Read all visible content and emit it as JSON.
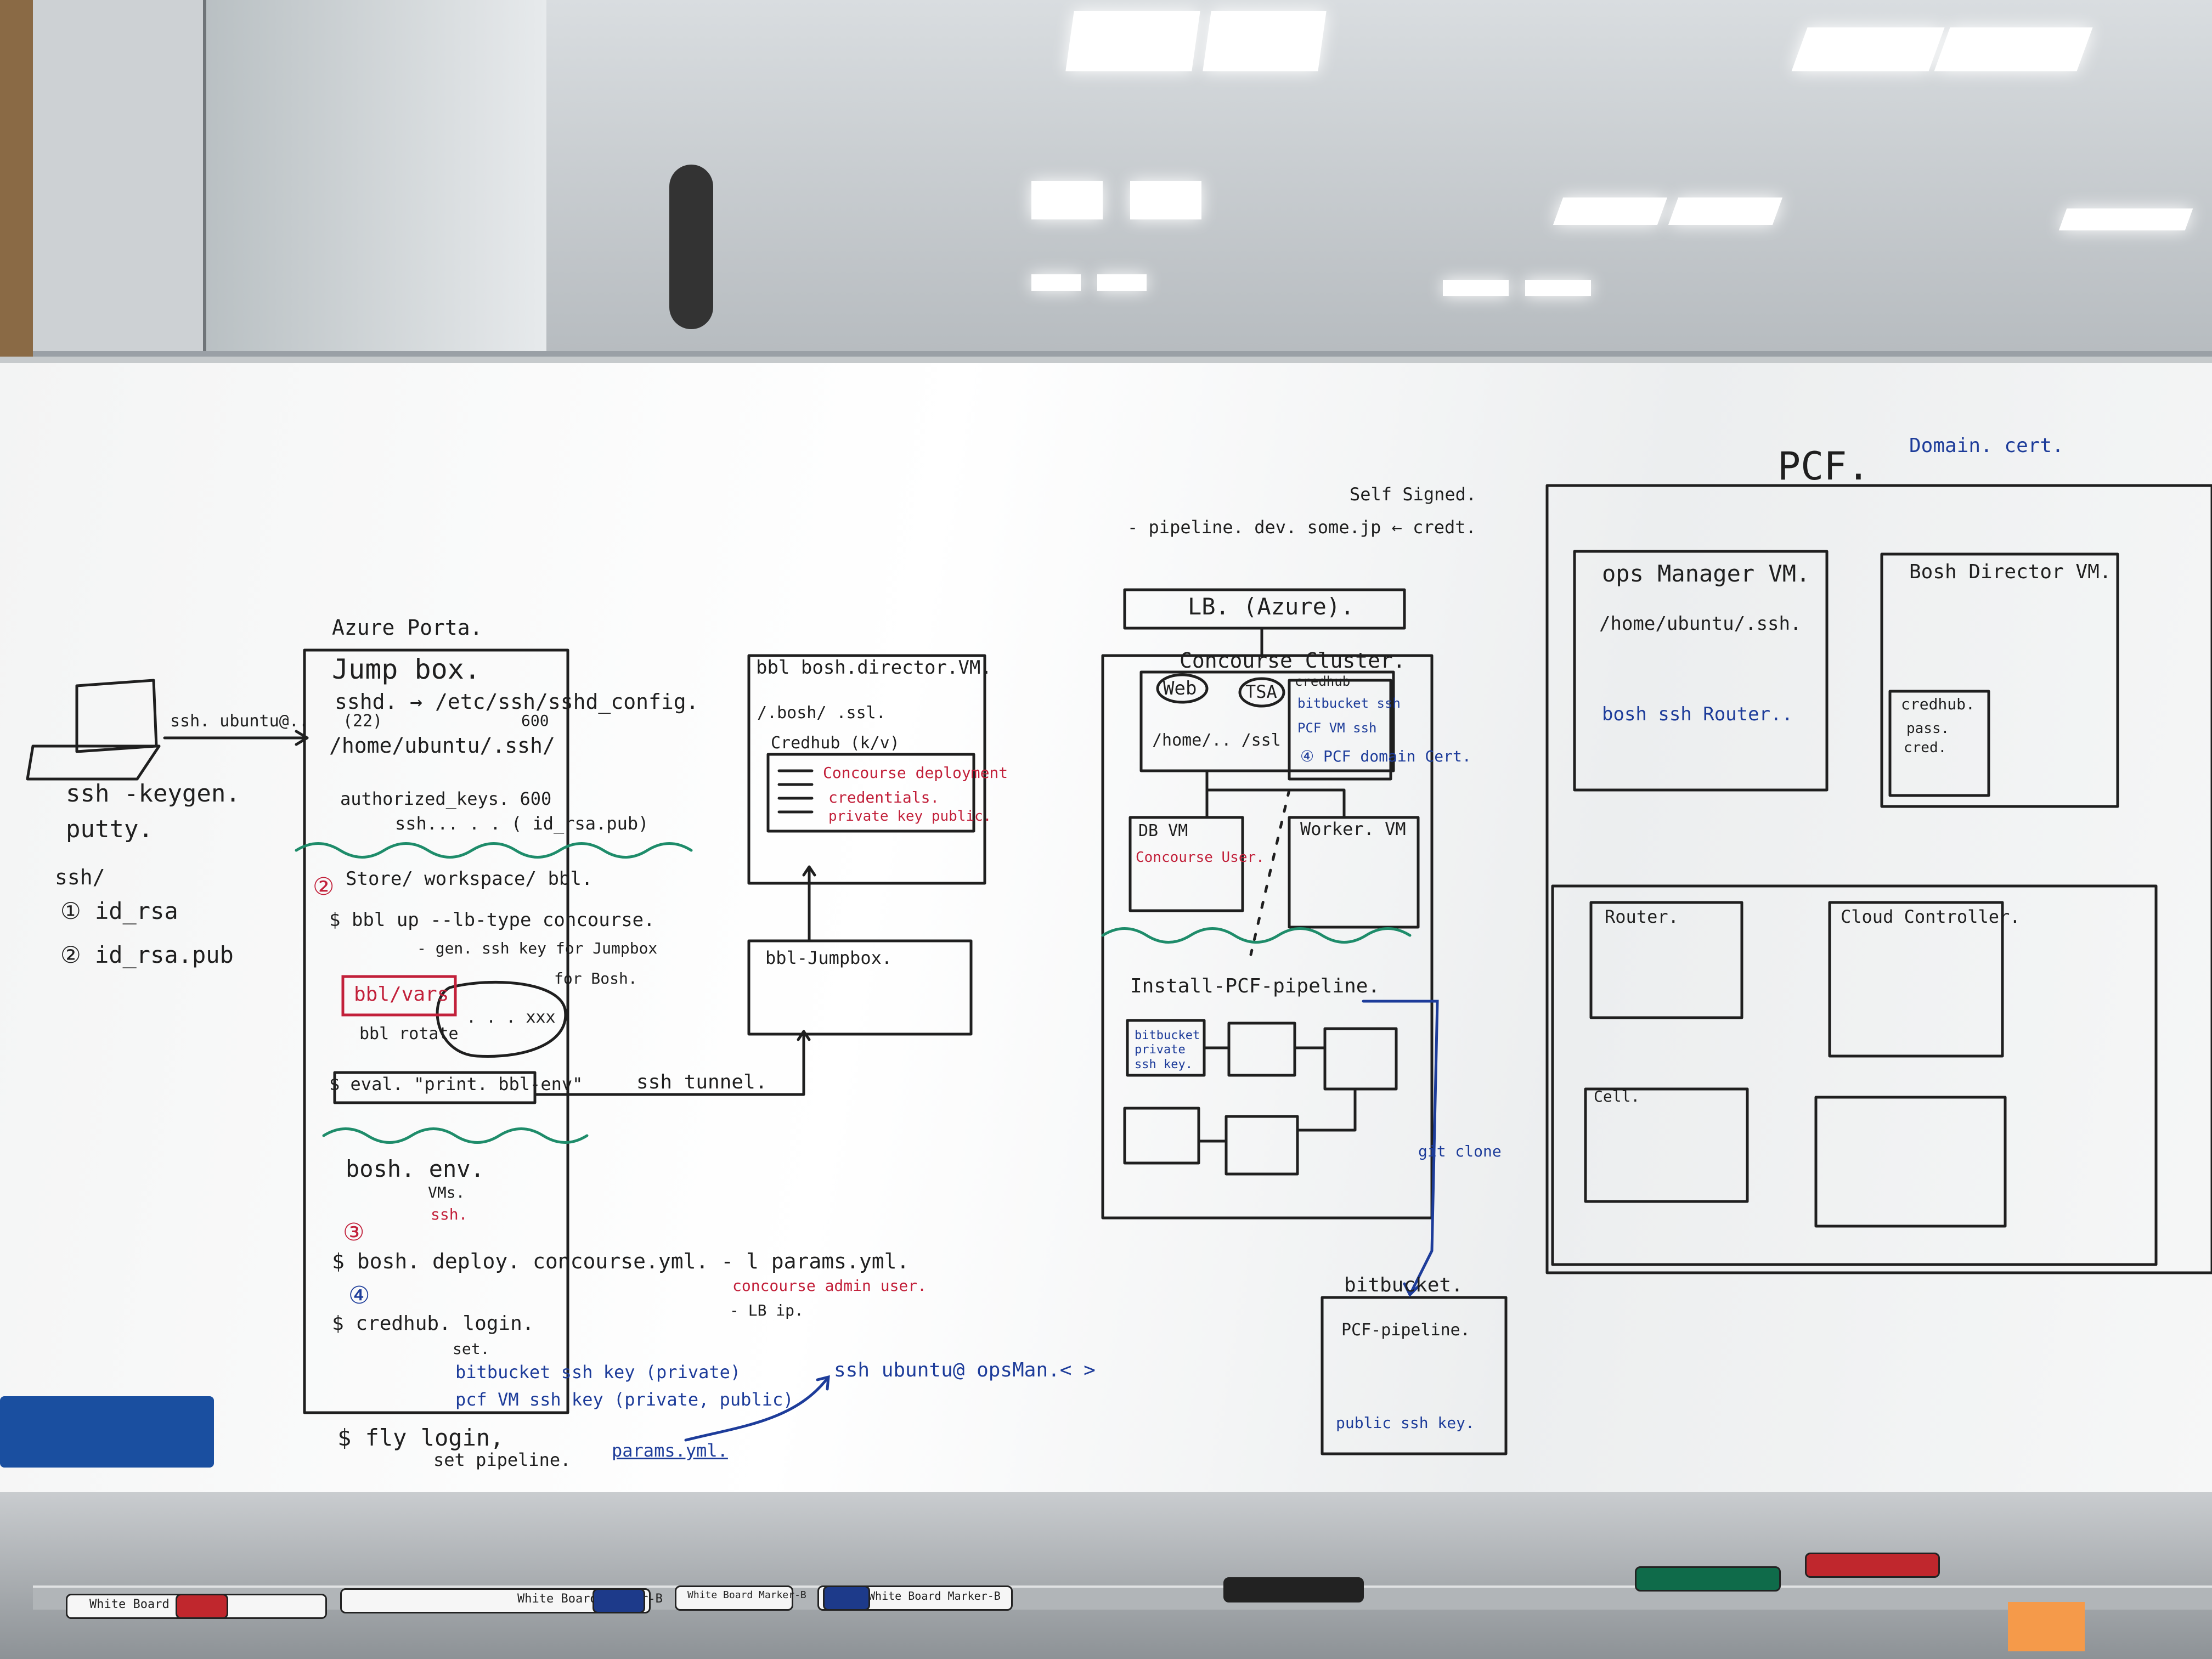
{
  "left": {
    "ssh_arrow": "ssh. ubuntu@..",
    "keygen": "ssh -keygen.",
    "putty": "putty.",
    "ssh_dir": "ssh/",
    "key1": "① id_rsa",
    "key2": "② id_rsa.pub"
  },
  "jumpbox": {
    "portal_label": "Azure Porta.",
    "title": "Jump box.",
    "sshd": "sshd. → /etc/ssh/sshd_config.",
    "port": "(22)",
    "perm1": "600",
    "home": "/home/ubuntu/.ssh/",
    "auth_keys": "authorized_keys. 600",
    "ssh_append": "ssh... . . ( id_rsa.pub)",
    "step2": "②",
    "store": "Store/ workspace/ bbl.",
    "bbl_up": "$ bbl up  --lb-type concourse.",
    "gen": "- gen. ssh key for Jumpbox",
    "for_bosh": "for Bosh.",
    "vars": "bbl/vars",
    "xxx": ". . . xxx",
    "rotate": "bbl rotate",
    "eval": "$ eval. \"print. bbl-env\"",
    "tunnel": "ssh tunnel.",
    "bosh_env": "bosh. env.",
    "vms": "VMs.",
    "ssh_red": "ssh.",
    "step3": "③",
    "deploy": "$ bosh. deploy. concourse.yml. - l params.yml.",
    "admin": "concourse admin user.",
    "lb_ip": "- LB ip.",
    "step4": "④",
    "credhub_login": "$ credhub. login.",
    "set": "set.",
    "bitbucket_key": "bitbucket ssh key (private)",
    "pcf_key": "pcf VM ssh key (private, public)",
    "fly": "$ fly login,",
    "set_pipeline": "set pipeline.",
    "params": "params.yml.",
    "ssh_ops": "ssh ubuntu@ opsMan.<  >"
  },
  "bosh_director": {
    "title": "bbl bosh.director.VM.",
    "ssh_path": "/.bosh/ .ssl.",
    "credhub": "Credhub (k/v)",
    "concourse_deployment": "Concourse deployment",
    "credentials": "credentials.",
    "private_key": "private key public.",
    "jumpbox": "bbl-Jumpbox."
  },
  "concourse": {
    "self_signed": "Self Signed.",
    "pipeline": "- pipeline. dev. some.jp ← credt.",
    "lb": "LB. (Azure).",
    "cluster": "Concourse Cluster.",
    "web": "Web",
    "tsa": "TSA",
    "home": "/home/.. /ssl",
    "credhub": "credhub",
    "bitbucket_ssh": "bitbucket ssh",
    "pcf_vm_ssh": "PCF VM ssh",
    "pcf_domain": "④ PCF domain Cert.",
    "db": "DB    VM",
    "concourse_user": "Concourse User.",
    "worker": "Worker.  VM",
    "install_pipeline": "Install-PCF-pipeline.",
    "bitbucket_private": "bitbucket private ssh key.",
    "git_clone": "git clone"
  },
  "bitbucket": {
    "label": "bitbucket.",
    "pipeline": "PCF-pipeline.",
    "public_key": "public ssh key."
  },
  "pcf": {
    "title": "PCF.",
    "domain_cert": "Domain. cert.",
    "ops_manager": "ops Manager VM.",
    "ops_home": "/home/ubuntu/.ssh.",
    "bosh_ssh": "bosh ssh   Router..",
    "bosh_director": "Bosh Director VM.",
    "credhub": "credhub.",
    "pass": "pass.",
    "cred": "cred.",
    "router": "Router.",
    "cloud_controller": "Cloud Controller.",
    "cell": "Cell."
  },
  "tray": {
    "marker1": "White Board Marker",
    "marker2": "White Board Marker-B",
    "marker3": "White Board Marker-B",
    "marker4": "White Board Marker-B"
  }
}
